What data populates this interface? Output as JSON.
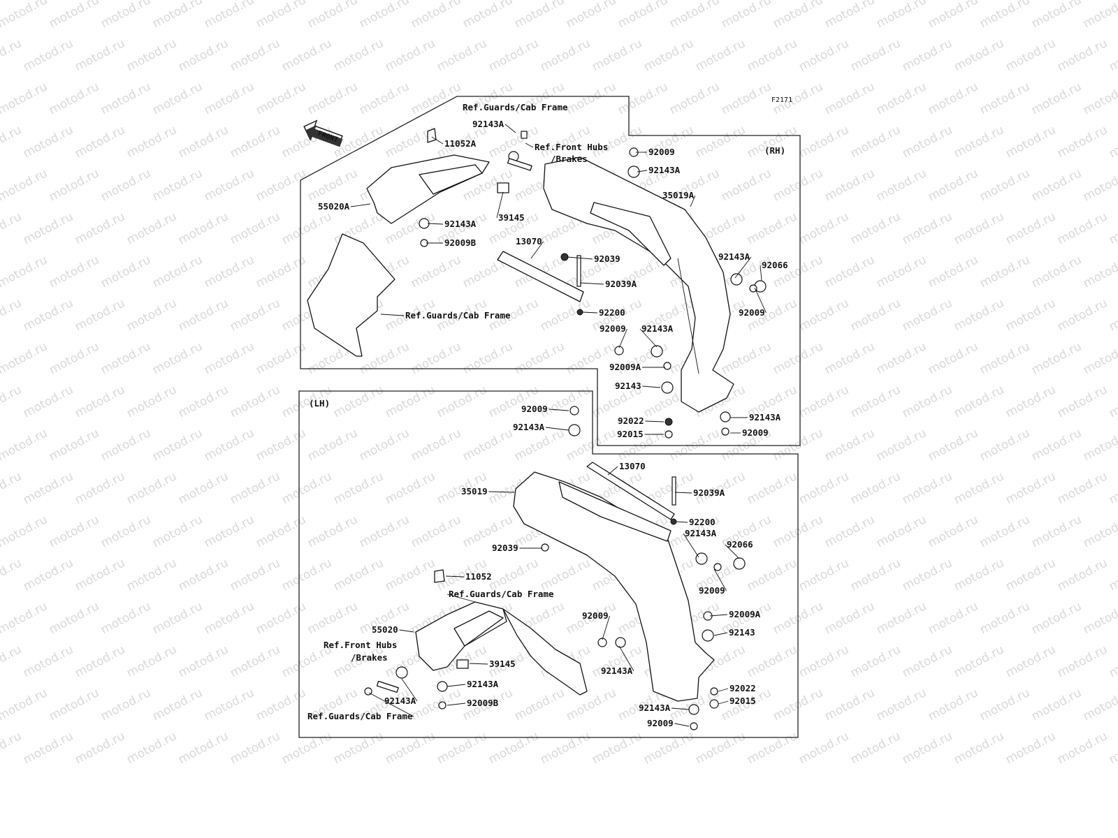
{
  "figure_code": "F2171",
  "watermark": "motod.ru",
  "front_arrow": "FRONT",
  "sections": [
    {
      "id": "rh",
      "label": "(RH)"
    },
    {
      "id": "lh",
      "label": "(LH)"
    }
  ],
  "callouts": {
    "rh": [
      "Ref.Guards/Cab Frame",
      "92143A",
      "11052A",
      "Ref.Front Hubs",
      "/Brakes",
      "92009",
      "92143A",
      "35019A",
      "55020A",
      "39145",
      "92143A",
      "92009B",
      "13070",
      "92039",
      "92039A",
      "92143A",
      "92066",
      "92009",
      "Ref.Guards/Cab Frame",
      "92200",
      "92009",
      "92143A",
      "92009A",
      "92143",
      "92022",
      "92143A",
      "92015",
      "92009"
    ],
    "lh": [
      "92009",
      "92143A",
      "13070",
      "35019",
      "92039A",
      "92200",
      "92143A",
      "92066",
      "92039",
      "11052",
      "92009",
      "Ref.Guards/Cab Frame",
      "92009A",
      "55020",
      "92009",
      "92143",
      "Ref.Front Hubs",
      "/Brakes",
      "39145",
      "92143A",
      "92143A",
      "92022",
      "92143A",
      "92009B",
      "92015",
      "92143A",
      "Ref.Guards/Cab Frame",
      "92009"
    ]
  },
  "colors": {
    "line": "#111111",
    "watermark": "#d9d9d9",
    "background": "#ffffff"
  }
}
